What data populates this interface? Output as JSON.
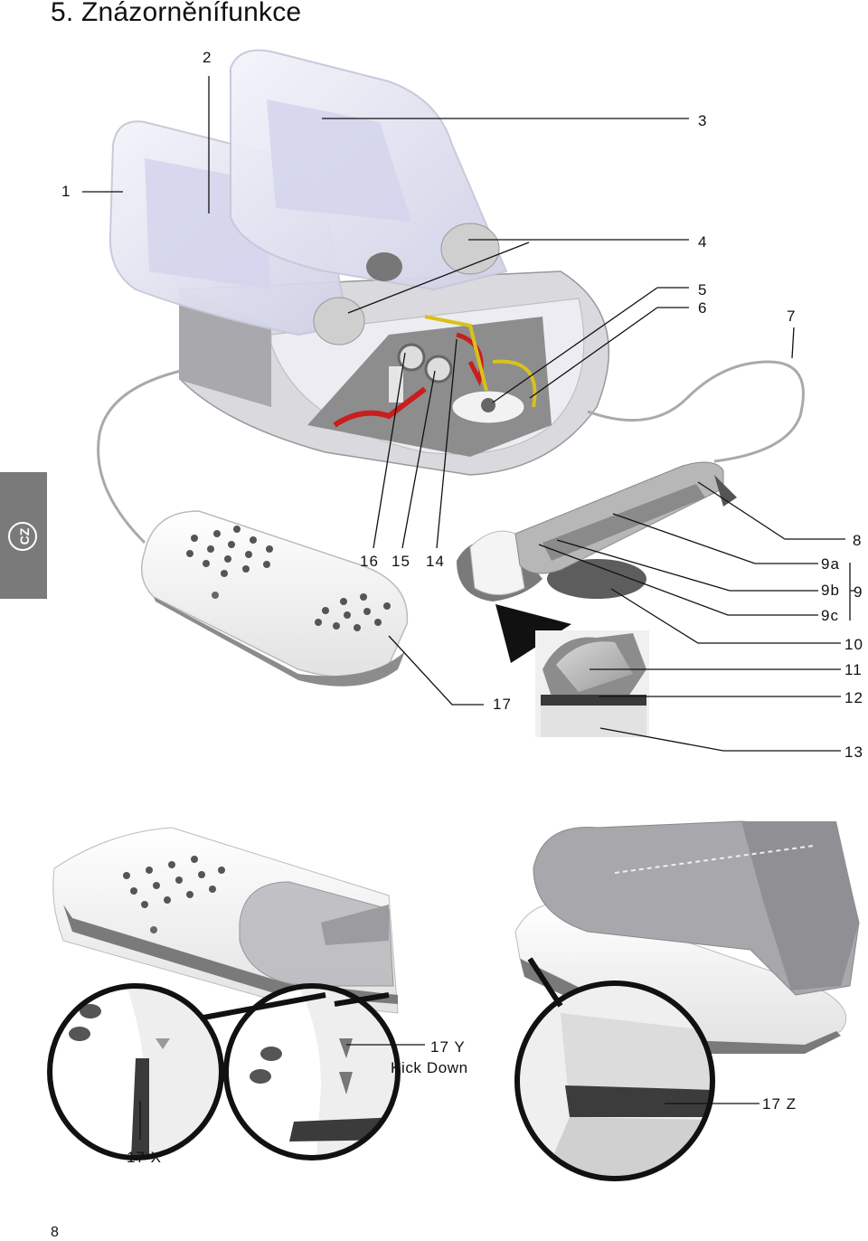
{
  "page": {
    "title": "5. Znázorněnífunkce",
    "language_tab": "CZ",
    "page_number": "8"
  },
  "labels": {
    "l1": "1",
    "l2": "2",
    "l3": "3",
    "l4": "4",
    "l5": "5",
    "l6": "6",
    "l7": "7",
    "l8": "8",
    "l9": "9",
    "l9a": "9a",
    "l9b": "9b",
    "l9c": "9c",
    "l10": "10",
    "l11": "11",
    "l12": "12",
    "l13": "13",
    "l14": "14",
    "l15": "15",
    "l16": "16",
    "l17": "17",
    "l17x": "17 X",
    "l17y": "17 Y",
    "l17y_text": "Kick Down",
    "l17z": "17 Z"
  },
  "colors": {
    "tab": "#7a7a7a",
    "device": "#e7e8f3",
    "wire": "#c81e1e",
    "wire2": "#d8c21a"
  }
}
